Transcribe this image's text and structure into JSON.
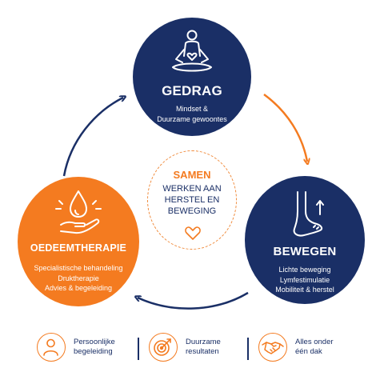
{
  "gedrag": {
    "title": "GEDRAG",
    "line1": "Mindset &",
    "line2": "Duurzame gewoontes",
    "icon": "meditation-heart-icon"
  },
  "bewegen": {
    "title": "BEWEGEN",
    "line1": "Lichte beweging",
    "line2": "Lymfestimulatie",
    "line3": "Mobiliteit & herstel",
    "icon": "foot-arrow-icon"
  },
  "oedeem": {
    "title": "OEDEEMTHERAPIE",
    "line1": "Specialistische behandeling",
    "line2": "Druktherapie",
    "line3": "Advies & begeleiding",
    "icon": "hand-drop-icon"
  },
  "center": {
    "samen": "SAMEN",
    "line1": "WERKEN AAN",
    "line2": "HERSTEL EN",
    "line3": "BEWEGING",
    "icon": "heart-icon"
  },
  "footer": [
    {
      "line1": "Persoonlijke",
      "line2": "begeleiding",
      "icon": "person-icon"
    },
    {
      "line1": "Duurzame",
      "line2": "resultaten",
      "icon": "target-icon"
    },
    {
      "line1": "Alles onder",
      "line2": "één dak",
      "icon": "handshake-icon"
    }
  ],
  "colors": {
    "navy": "#1a2f66",
    "orange": "#f47b20",
    "white": "#ffffff"
  }
}
